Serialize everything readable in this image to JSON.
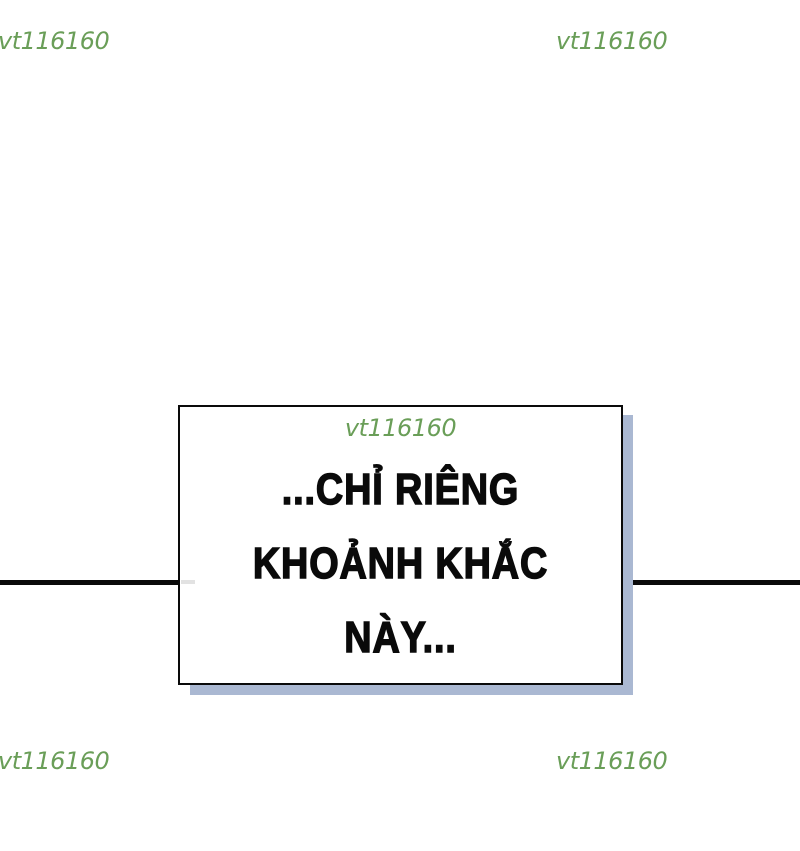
{
  "watermarks": {
    "top_left": "vt116160",
    "top_right": "vt116160",
    "panel": "vt116160",
    "bottom_left": "vt116160",
    "bottom_right": "vt116160"
  },
  "panel": {
    "lines": [
      "...CHỈ RIÊNG",
      "KHOẢNH KHẮC",
      "NÀY..."
    ]
  },
  "colors": {
    "watermark": "#6a9e58",
    "panel_border": "#0a0a0a",
    "panel_shadow": "#aab8d2",
    "background": "#ffffff"
  }
}
